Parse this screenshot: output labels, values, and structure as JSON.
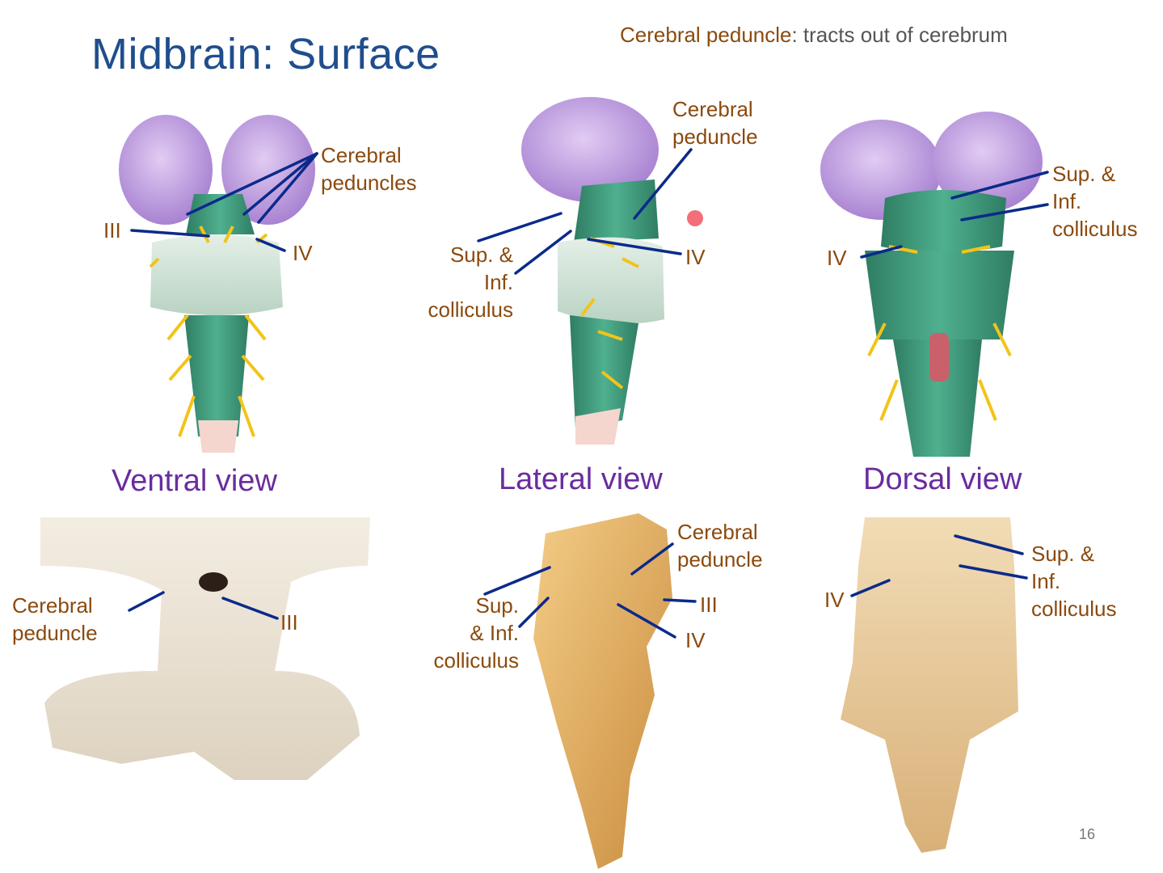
{
  "slide": {
    "title": "Midbrain: Surface",
    "subtitle_term": "Cerebral peduncle",
    "subtitle_colon": ":",
    "subtitle_rest": " tracts out of cerebrum",
    "slide_number": "16"
  },
  "views": {
    "ventral": {
      "caption": "Ventral view"
    },
    "lateral": {
      "caption": "Lateral view"
    },
    "dorsal": {
      "caption": "Dorsal view"
    }
  },
  "labels": {
    "ventral_diagram": {
      "peduncles": [
        "Cerebral",
        "peduncles"
      ],
      "nerve_iii": "III",
      "nerve_iv": "IV"
    },
    "lateral_diagram": {
      "peduncle": [
        "Cerebral",
        "peduncle"
      ],
      "colliculus": [
        "Sup. &",
        "Inf.",
        "colliculus"
      ],
      "nerve_iv": "IV"
    },
    "dorsal_diagram": {
      "colliculus": [
        "Sup. &",
        "Inf.",
        "colliculus"
      ],
      "nerve_iv": "IV"
    },
    "ventral_photo": {
      "peduncle": [
        "Cerebral",
        "peduncle"
      ],
      "nerve_iii": "III"
    },
    "lateral_photo": {
      "peduncle": [
        "Cerebral",
        "peduncle"
      ],
      "colliculus": [
        "Sup.",
        "& Inf.",
        "colliculus"
      ],
      "nerve_iii": "III",
      "nerve_iv": "IV"
    },
    "dorsal_photo": {
      "colliculus": [
        "Sup. &",
        "Inf.",
        "colliculus"
      ],
      "nerve_iv": "IV"
    }
  },
  "colors": {
    "title": "#1f4e8c",
    "caption": "#6a2c9e",
    "label": "#8b4a0e",
    "leader": "#0b2a8a",
    "cerebrum": "#c9a8e6",
    "brainstem": "#3f9a7c",
    "pons": "#cfe3d6",
    "nerve": "#f2c418",
    "specimen_white": "#efe6d6",
    "specimen_tan": "#e9b56a"
  }
}
